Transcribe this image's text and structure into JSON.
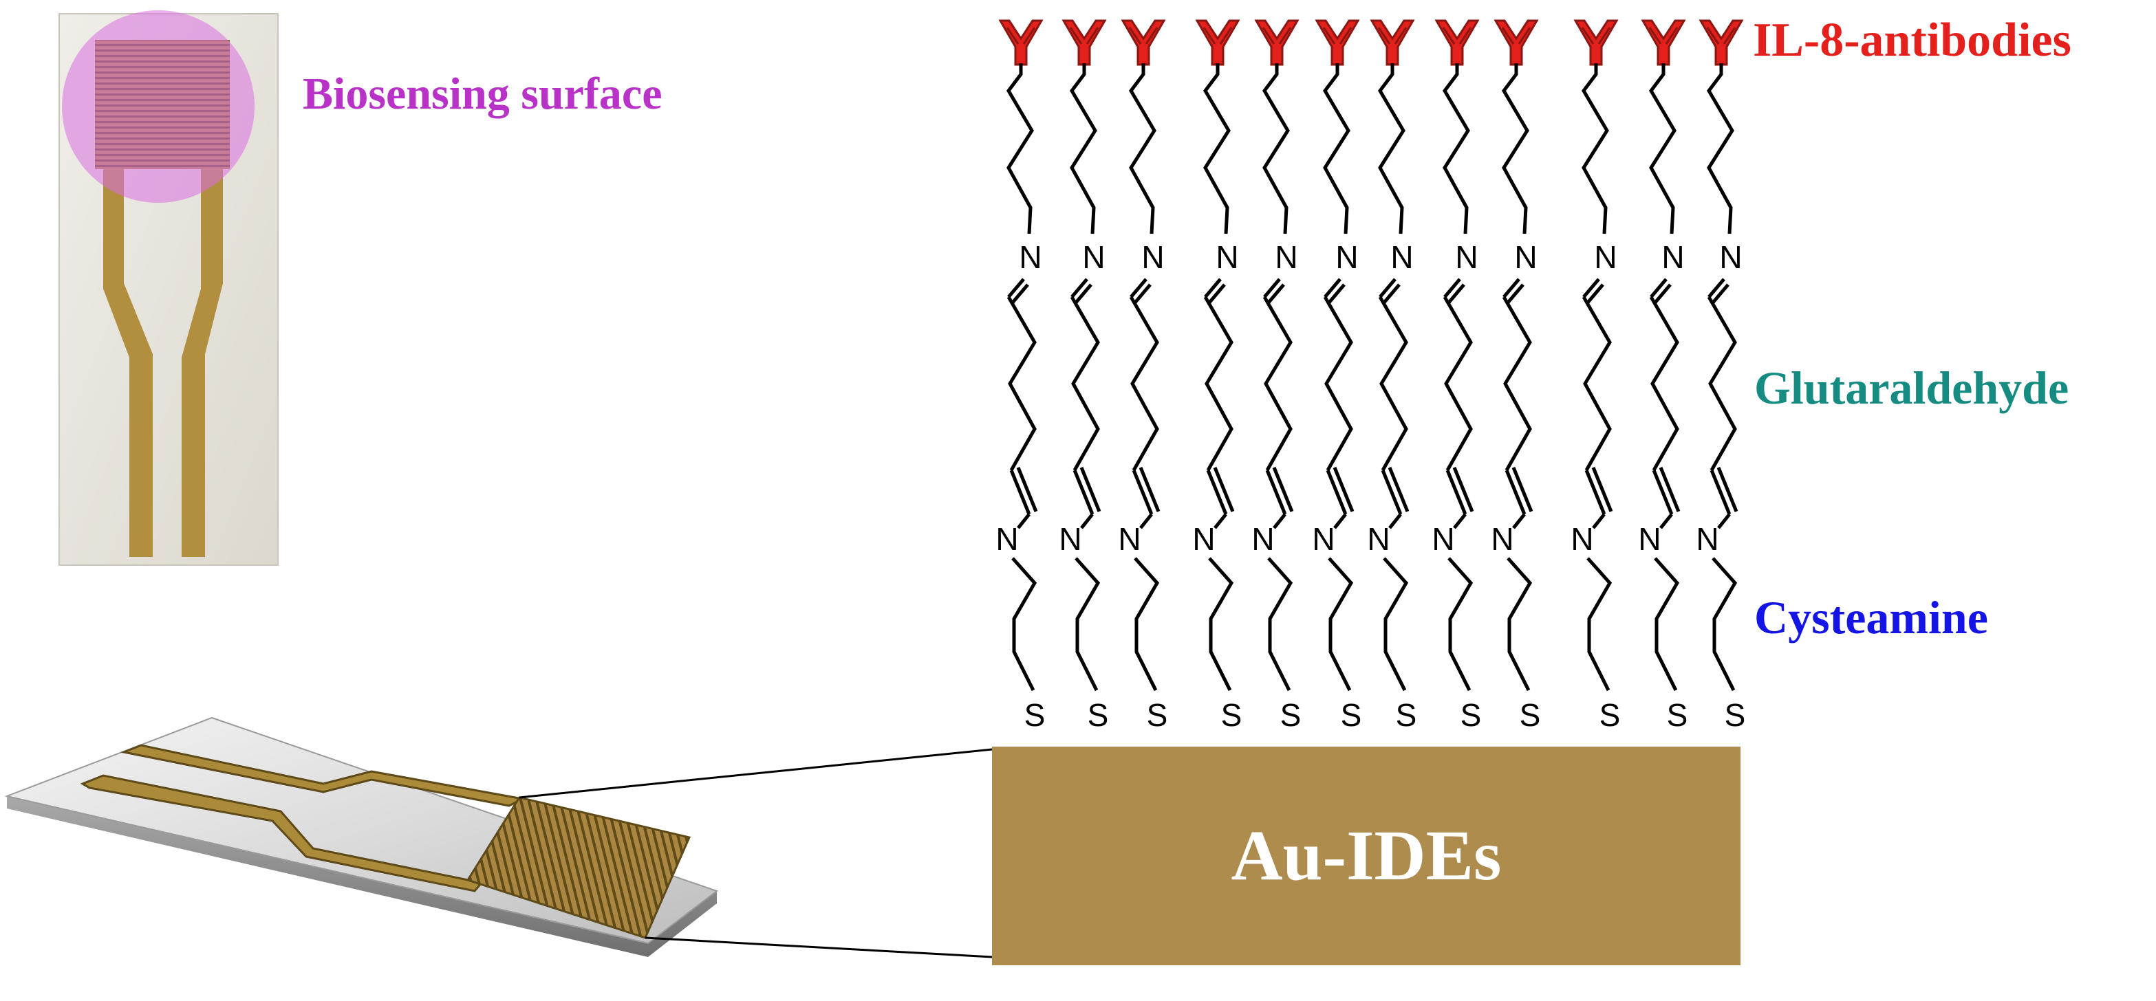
{
  "labels": {
    "biosensing_surface": "Biosensing surface",
    "antibodies": "IL-8-antibodies",
    "glutaraldehyde": "Glutaraldehyde",
    "cysteamine": "Cysteamine",
    "electrode": "Au-IDEs"
  },
  "atoms": {
    "nitrogen": "N",
    "sulfur": "S"
  },
  "chain_count": 12,
  "colors": {
    "biosensing_label": "#b832c8",
    "antibody": "#e3201b",
    "antibody_dark": "#8a1712",
    "glutaraldehyde_label": "#168b82",
    "cysteamine_label": "#1414e6",
    "gold": "#ad8c4e",
    "gold_dark": "#7a6128",
    "chip_substrate": "#e9e7e1",
    "highlight": "#d86fe0"
  },
  "icons": [
    "antibody-icon"
  ]
}
